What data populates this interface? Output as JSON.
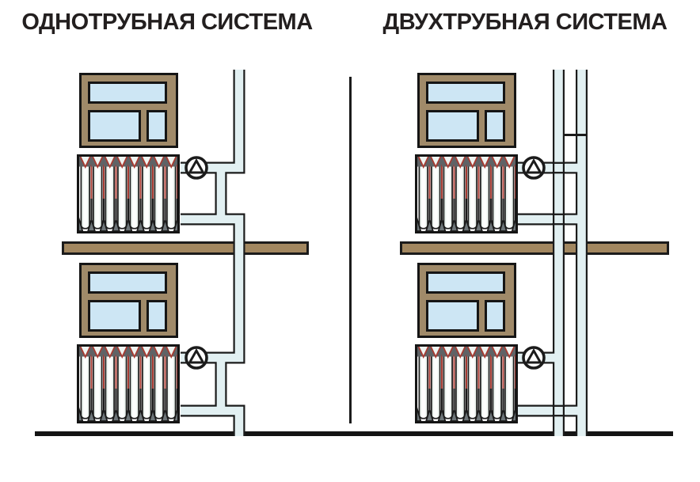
{
  "header": {
    "left_title": "ОДНОТРУБНАЯ СИСТЕМА",
    "right_title": "ДВУХТРУБНАЯ СИСТЕМА"
  },
  "colors": {
    "outline": "#1b1b1b",
    "pipe_fill": "#e2f0f2",
    "window_frame": "#a08a69",
    "window_glass": "#cde6f4",
    "floor_slab": "#a28760",
    "radiator_red": "#a63a31",
    "radiator_top_gray": "#5f6366",
    "radiator_bottom_gray": "#6d7578",
    "title_text": "#231f1f"
  },
  "diagram": {
    "left_system": {
      "title": "ОДНОТРУБНАЯ СИСТЕМА",
      "riser_count": 1,
      "floor_count": 2,
      "radiators": 2,
      "radiator_sections": 8,
      "valves": 2
    },
    "right_system": {
      "title": "ДВУХТРУБНАЯ СИСТЕМА",
      "riser_count": 2,
      "floor_count": 2,
      "radiators": 2,
      "radiator_sections": 8,
      "valves": 2
    }
  }
}
